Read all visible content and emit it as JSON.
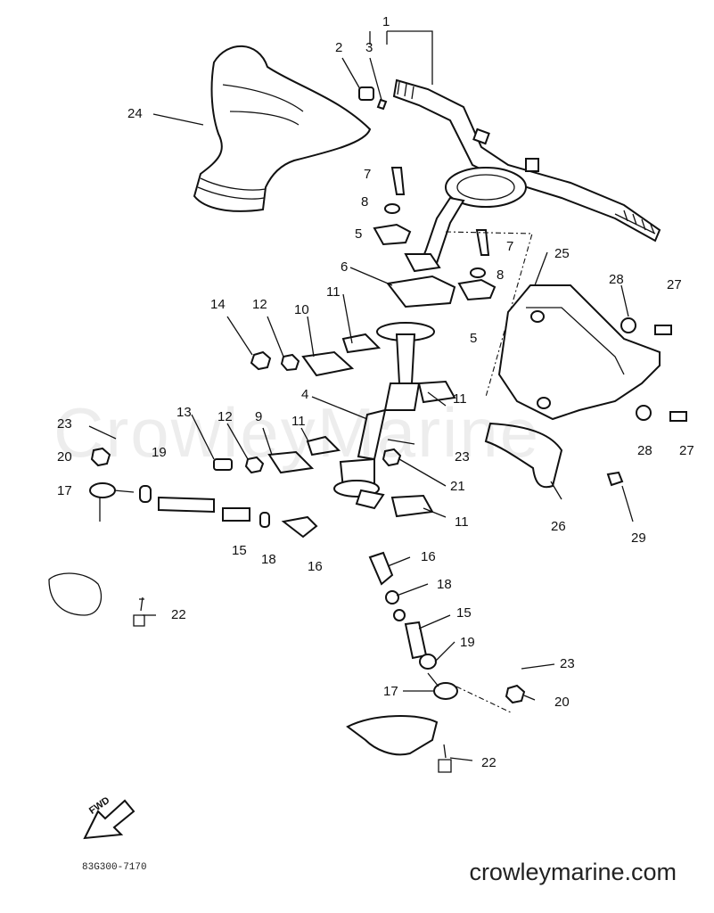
{
  "callouts": [
    "1",
    "2",
    "3",
    "24",
    "7",
    "8",
    "5",
    "7",
    "8",
    "6",
    "5",
    "25",
    "28",
    "27",
    "14",
    "12",
    "10",
    "11",
    "11",
    "4",
    "13",
    "12",
    "9",
    "11",
    "23",
    "21",
    "11",
    "23",
    "20",
    "19",
    "17",
    "15",
    "18",
    "16",
    "16",
    "18",
    "15",
    "19",
    "17",
    "22",
    "23",
    "20",
    "22",
    "28",
    "27",
    "26",
    "29"
  ],
  "watermark": "CrowleyMarine",
  "site": "crowleymarine.com",
  "part_code": "83G300-7170",
  "fwd_label": "FWD"
}
